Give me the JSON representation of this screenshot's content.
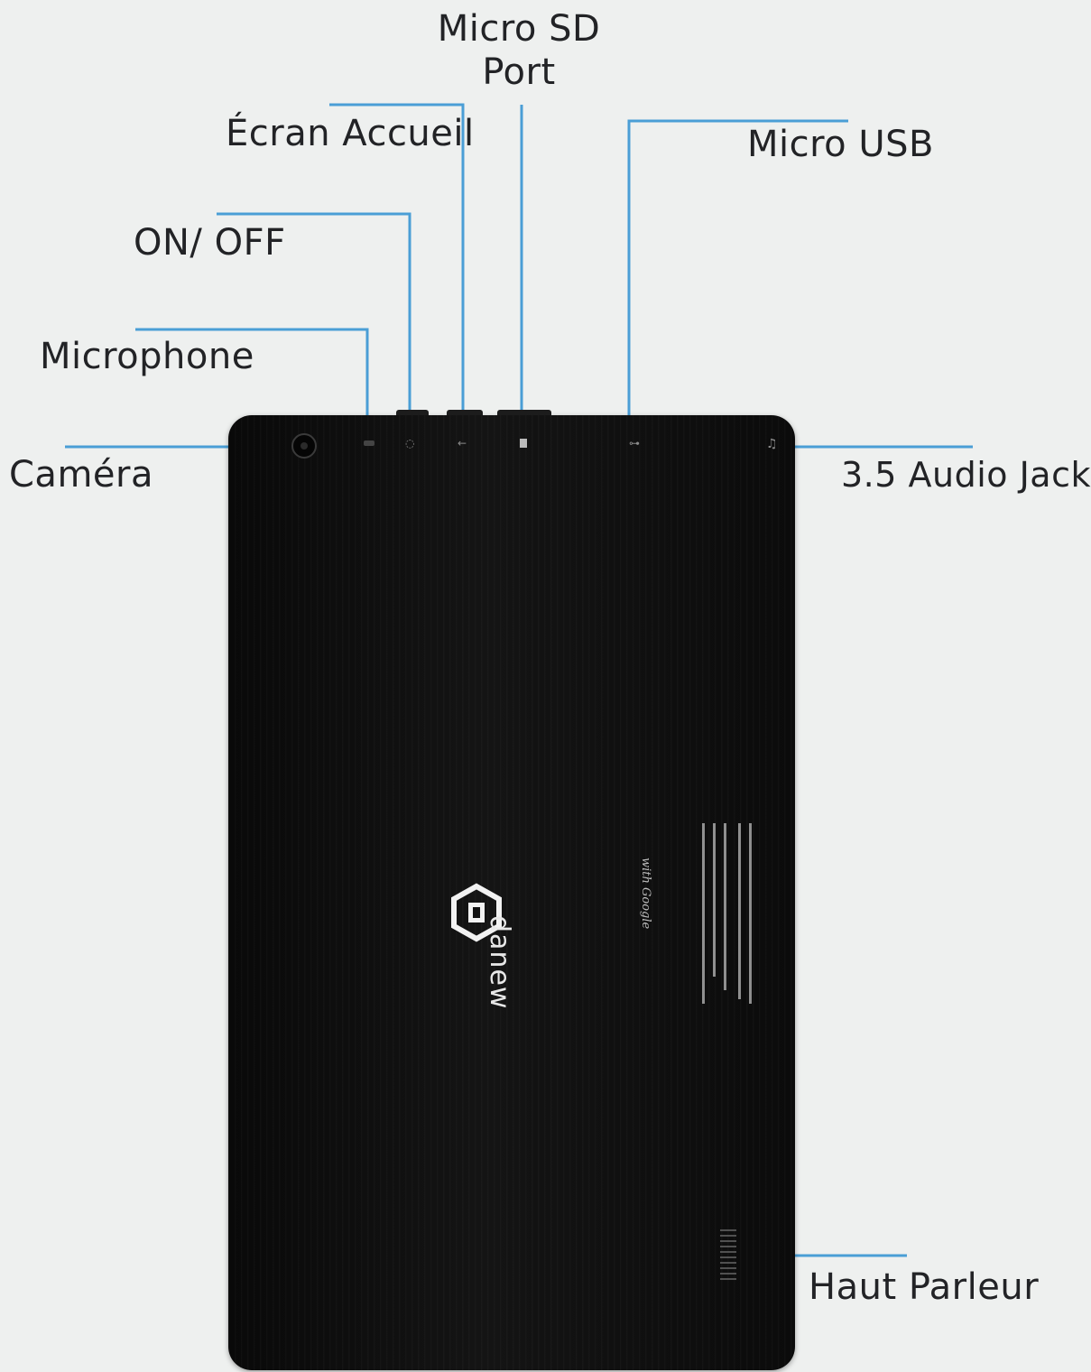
{
  "labels": {
    "micro_sd_line1": "Micro SD",
    "micro_sd_line2": "Port",
    "ecran_accueil": "Écran Accueil",
    "micro_usb": "Micro USB",
    "on_off": "ON/ OFF",
    "microphone": "Microphone",
    "camera": "Caméra",
    "audio_jack": "3.5 Audio Jack",
    "haut_parleur": "Haut Parleur"
  },
  "device": {
    "brand_word": "danew",
    "google_word": "with Google"
  },
  "colors": {
    "leader_line": "#4a9ed6",
    "label_text": "#222326",
    "tablet_body": "#111111",
    "background": "#eef0ef"
  }
}
